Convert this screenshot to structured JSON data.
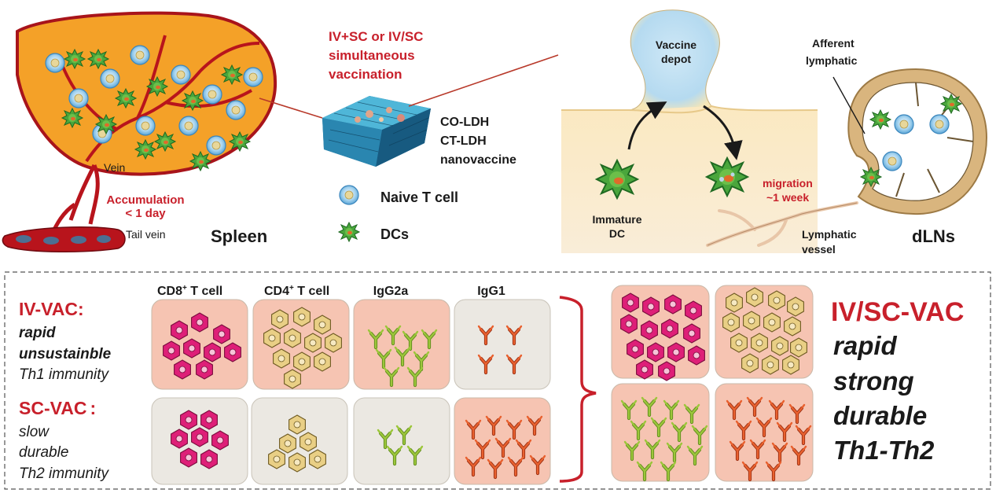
{
  "top": {
    "protocol_lines": [
      "IV+SC  or IV/SC",
      "simultaneous",
      "vaccination"
    ],
    "nanovaccine_lines": [
      "CO-LDH",
      "CT-LDH",
      "nanovaccine"
    ],
    "legend_naive_t": "Naive T cell",
    "legend_dcs": "DCs",
    "spleen_label": "Spleen",
    "vein_label": "Vein",
    "tail_vein_label": "Tail vein",
    "accumulation_lines": [
      "Accumulation",
      "< 1 day"
    ],
    "vaccine_depot_lines": [
      "Vaccine",
      "depot"
    ],
    "immature_dc_lines": [
      "Immature",
      "DC"
    ],
    "migration_lines": [
      "migration",
      "~1 week"
    ],
    "afferent_lines": [
      "Afferent",
      "lymphatic"
    ],
    "lymphatic_vessel_lines": [
      "Lymphatic",
      "vessel"
    ],
    "dlns_label": "dLNs"
  },
  "bottom": {
    "col_cd8": "CD8",
    "col_cd4": "CD4",
    "sup": "+",
    "col_cell_suffix": " T cell",
    "col_igg2a": "IgG2a",
    "col_igg1": "IgG1",
    "iv_title": "IV-VAC:",
    "iv_lines": [
      "rapid",
      "unsustainble",
      "Th1 immunity"
    ],
    "sc_title": "SC-VAC",
    "sc_colon": ":",
    "sc_lines": [
      "slow",
      "durable",
      "Th2 immunity"
    ],
    "combo_title": "IV/SC-VAC",
    "combo_lines": [
      "rapid",
      "strong",
      "durable",
      "Th1-Th2"
    ]
  },
  "colors": {
    "spleen_fill": "#f4a128",
    "vessel_red": "#b8141c",
    "accent_red": "#c8202b",
    "panel_pink": "#f6c4b2",
    "panel_grey": "#ebe8e2",
    "cd8_magenta": "#de1f78",
    "cd4_yellow": "#e9cf85",
    "igg2a_green": "#8ab92d",
    "igg1_orange": "#e2552d",
    "dc_green": "#3c9a37",
    "tcell_blue": "#8fc8ea"
  }
}
